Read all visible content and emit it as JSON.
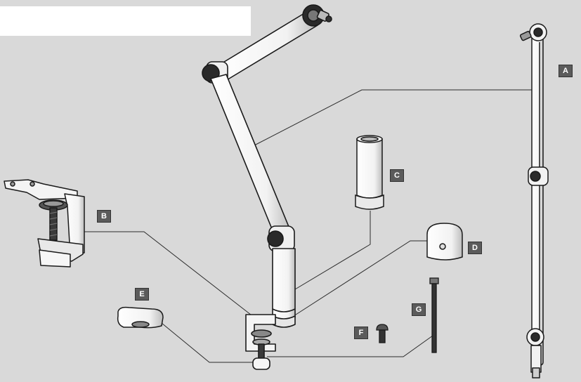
{
  "title_box": {
    "text": ""
  },
  "labels": {
    "a": "A",
    "b": "B",
    "c": "C",
    "d": "D",
    "e": "E",
    "f": "F",
    "g": "G"
  },
  "colors": {
    "background": "#d9d9d9",
    "part_fill": "#ffffff",
    "outline": "#1a1a1a",
    "leader": "#2b2b2b",
    "callout_bg": "#5b5b5b",
    "callout_text": "#ffffff"
  }
}
